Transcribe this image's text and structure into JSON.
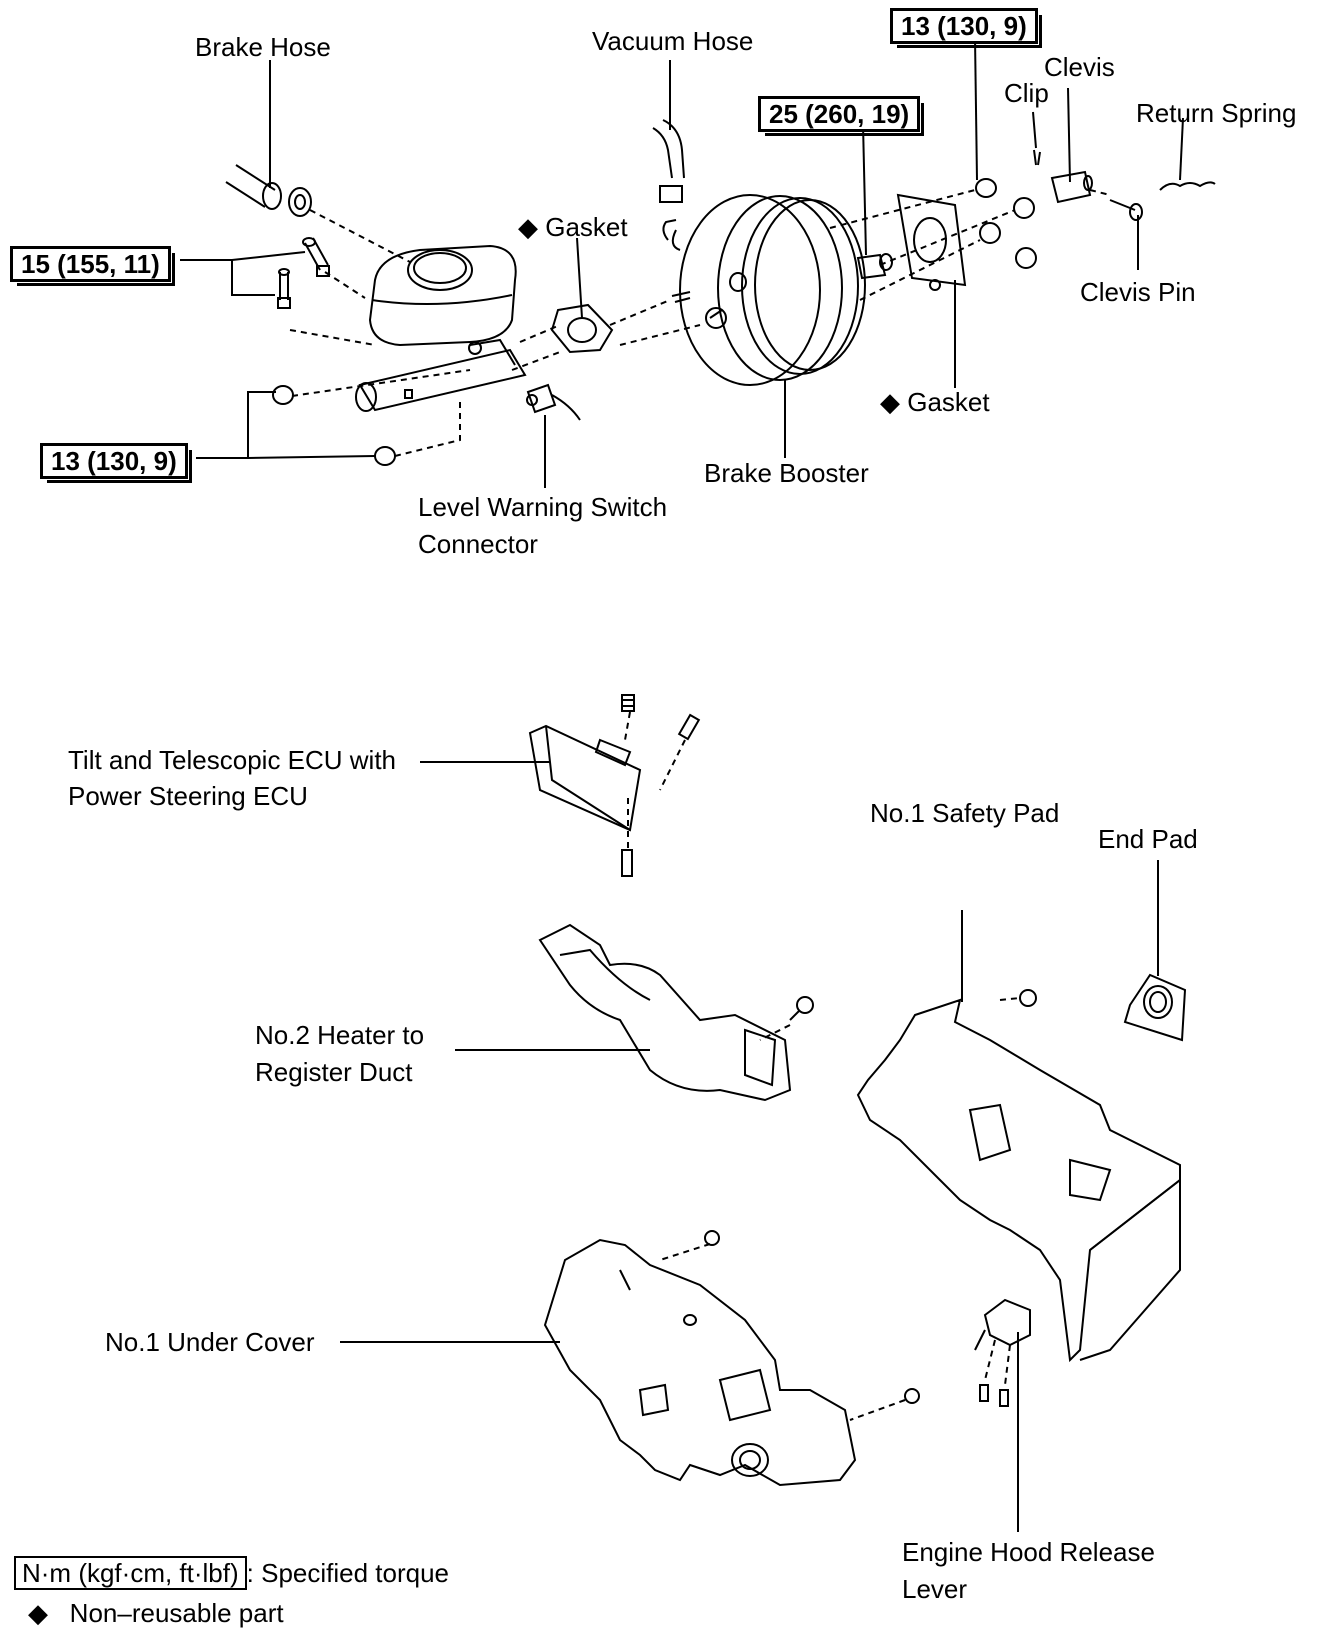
{
  "labels": {
    "brake_hose": "Brake Hose",
    "vacuum_hose": "Vacuum Hose",
    "clevis": "Clevis",
    "clip": "Clip",
    "return_spring": "Return Spring",
    "gasket_master": "Gasket",
    "clevis_pin": "Clevis Pin",
    "gasket_booster": "Gasket",
    "brake_booster": "Brake Booster",
    "level_warning_1": "Level Warning Switch",
    "level_warning_2": "Connector",
    "ecu_1": "Tilt and Telescopic ECU with",
    "ecu_2": "Power Steering ECU",
    "safety_pad": "No.1 Safety Pad",
    "end_pad": "End Pad",
    "heater_duct_1": "No.2 Heater to",
    "heater_duct_2": "Register Duct",
    "under_cover": "No.1 Under Cover",
    "hood_release_1": "Engine Hood Release",
    "hood_release_2": "Lever"
  },
  "torques": {
    "top_right": "13 (130, 9)",
    "booster": "25 (260, 19)",
    "left_upper": "15 (155, 11)",
    "left_lower": "13 (130, 9)"
  },
  "legend": {
    "torque_units": "N·m (kgf·cm, ft·lbf)",
    "torque_desc": ": Specified torque",
    "nonreusable_symbol": "◆",
    "nonreusable_desc": "Non–reusable part"
  }
}
